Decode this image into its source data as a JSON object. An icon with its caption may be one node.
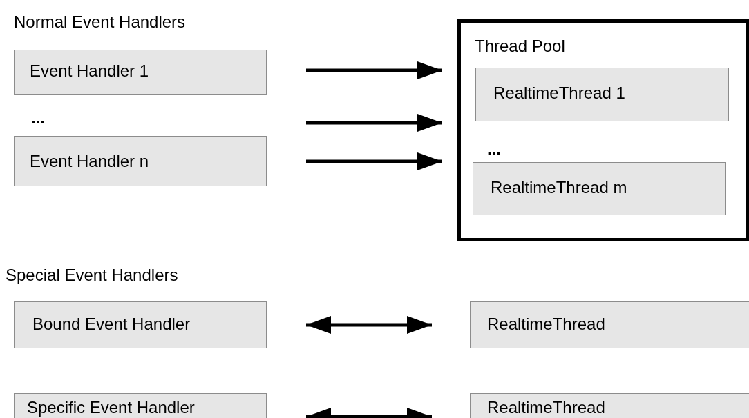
{
  "diagram": {
    "nodes": [
      {
        "text": [
          "Event Handler 1"
        ]
      },
      {
        "text": [
          "Event Handler n"
        ]
      },
      {
        "text": [
          "Thread Pool"
        ]
      },
      {
        "text": [
          "RealtimeThread 1"
        ],
        "in": 2
      },
      {
        "text": [
          "RealtimeThread m"
        ],
        "in": 2
      },
      {
        "text": [
          "Bound Event Handler"
        ]
      },
      {
        "text": [
          "RealtimeThread"
        ]
      },
      {
        "text": [
          "Specific Event Handler"
        ]
      },
      {
        "text": [
          "RealtimeThread"
        ]
      }
    ],
    "edges": [
      {
        "from": 0,
        "to": 2,
        "arrow": "to"
      },
      {
        "from": null,
        "to": 2,
        "arrow": "to"
      },
      {
        "from": 1,
        "to": 2,
        "arrow": "to"
      },
      {
        "from": 5,
        "to": 6,
        "arrow": "both"
      },
      {
        "from": 7,
        "to": 8,
        "arrow": "both"
      }
    ],
    "labels": [
      "Normal Event Handlers",
      "...",
      "...",
      "Special Event Handlers"
    ]
  }
}
